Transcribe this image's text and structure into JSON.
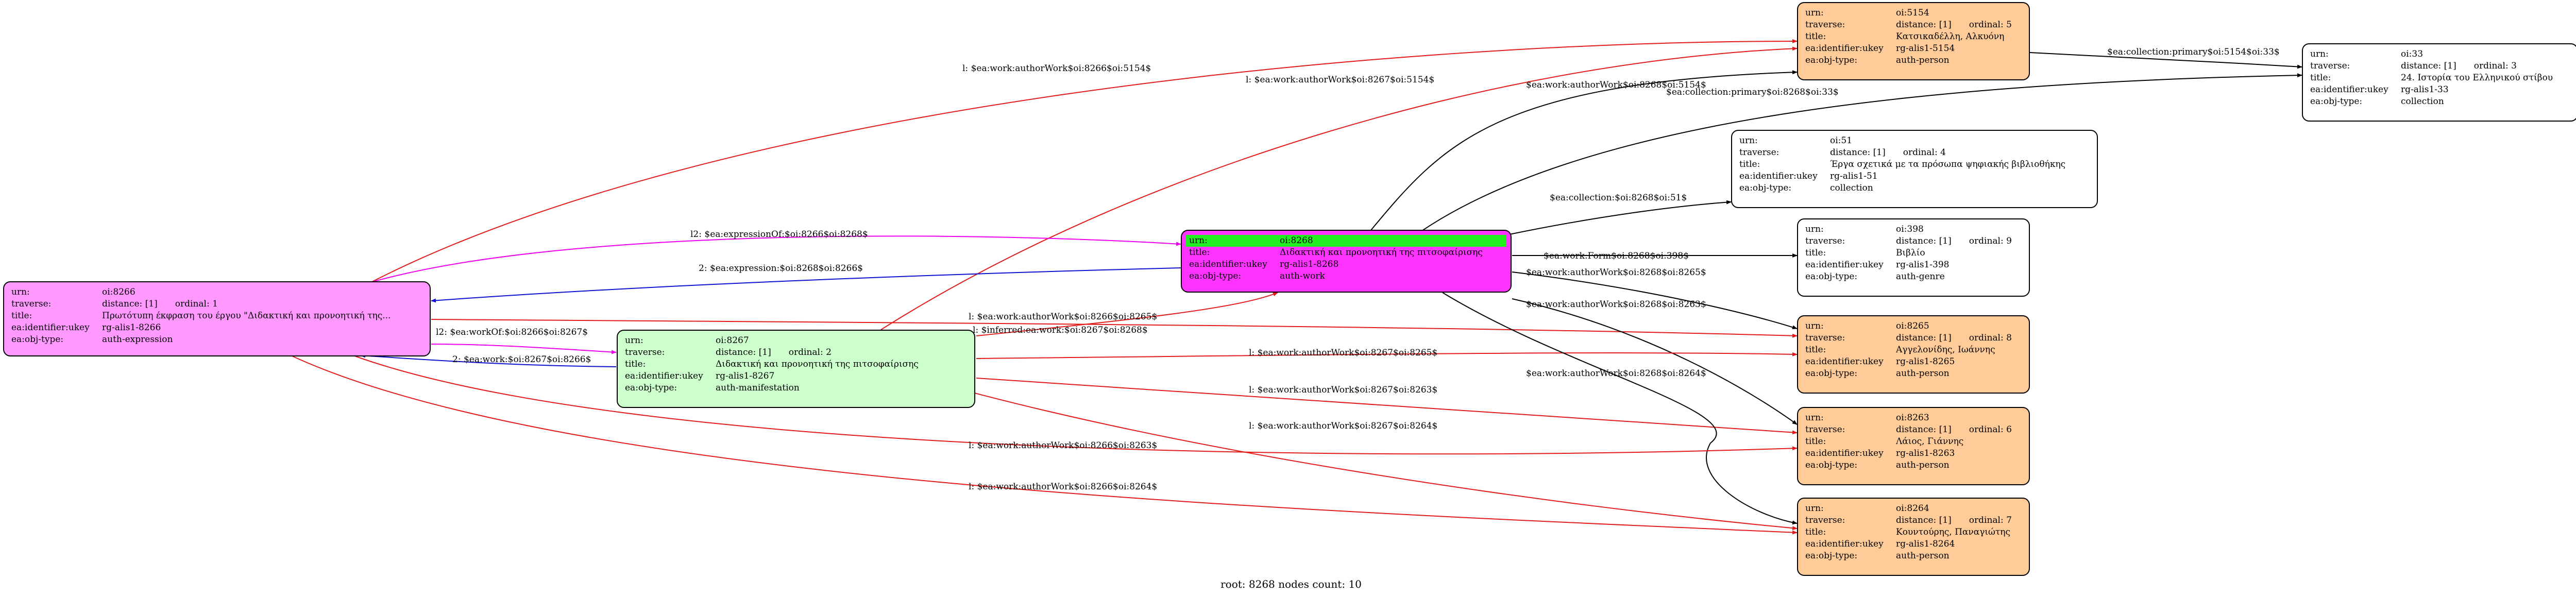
{
  "caption": "root: 8268 nodes count: 10",
  "colors": {
    "manifestation_fill": "#ccffcc",
    "expression_fill": "#ff99ff",
    "work_fill": "#ff33ff",
    "root_header": "#22ee22",
    "person_fill": "#ffcc99",
    "other_fill": "#ffffff",
    "edge_black": "#000000",
    "edge_red": "#e21a1a",
    "edge_blue": "#1010d0",
    "edge_magenta": "#ee00ee"
  },
  "nodes": {
    "n8266": {
      "urn_key": "urn:",
      "urn": "oi:8266",
      "traverse_key": "traverse:",
      "distance": "distance: [1]",
      "ordinal": "ordinal: 1",
      "title_key": "title:",
      "title": "Πρωτότυπη έκφραση του έργου \"Διδακτική και προνοητική της...",
      "ukey_key": "ea:identifier:ukey",
      "ukey": "rg-alis1-8266",
      "type_key": "ea:obj-type:",
      "type": "auth-expression"
    },
    "n8267": {
      "urn_key": "urn:",
      "urn": "oi:8267",
      "traverse_key": "traverse:",
      "distance": "distance: [1]",
      "ordinal": "ordinal: 2",
      "title_key": "title:",
      "title": "Διδακτική και προνοητική της πιτσοφαίρισης",
      "ukey_key": "ea:identifier:ukey",
      "ukey": "rg-alis1-8267",
      "type_key": "ea:obj-type:",
      "type": "auth-manifestation"
    },
    "n8268": {
      "urn_key": "urn:",
      "urn": "oi:8268",
      "title_key": "title:",
      "title": "Διδακτική και προνοητική της πιτσοφαίρισης",
      "ukey_key": "ea:identifier:ukey",
      "ukey": "rg-alis1-8268",
      "type_key": "ea:obj-type:",
      "type": "auth-work"
    },
    "n5154": {
      "urn_key": "urn:",
      "urn": "oi:5154",
      "traverse_key": "traverse:",
      "distance": "distance: [1]",
      "ordinal": "ordinal: 5",
      "title_key": "title:",
      "title": "Κατσικαδέλλη, Αλκυόνη",
      "ukey_key": "ea:identifier:ukey",
      "ukey": "rg-alis1-5154",
      "type_key": "ea:obj-type:",
      "type": "auth-person"
    },
    "n33": {
      "urn_key": "urn:",
      "urn": "oi:33",
      "traverse_key": "traverse:",
      "distance": "distance: [1]",
      "ordinal": "ordinal: 3",
      "title_key": "title:",
      "title": "24. Ιστορία του Ελληνικού στίβου",
      "ukey_key": "ea:identifier:ukey",
      "ukey": "rg-alis1-33",
      "type_key": "ea:obj-type:",
      "type": "collection"
    },
    "n51": {
      "urn_key": "urn:",
      "urn": "oi:51",
      "traverse_key": "traverse:",
      "distance": "distance: [1]",
      "ordinal": "ordinal: 4",
      "title_key": "title:",
      "title": "Έργα σχετικά με τα πρόσωπα ψηφιακής βιβλιοθήκης",
      "ukey_key": "ea:identifier:ukey",
      "ukey": "rg-alis1-51",
      "type_key": "ea:obj-type:",
      "type": "collection"
    },
    "n398": {
      "urn_key": "urn:",
      "urn": "oi:398",
      "traverse_key": "traverse:",
      "distance": "distance: [1]",
      "ordinal": "ordinal: 9",
      "title_key": "title:",
      "title": "Βιβλίο",
      "ukey_key": "ea:identifier:ukey",
      "ukey": "rg-alis1-398",
      "type_key": "ea:obj-type:",
      "type": "auth-genre"
    },
    "n8265": {
      "urn_key": "urn:",
      "urn": "oi:8265",
      "traverse_key": "traverse:",
      "distance": "distance: [1]",
      "ordinal": "ordinal: 8",
      "title_key": "title:",
      "title": "Αγγελονίδης, Ιωάννης",
      "ukey_key": "ea:identifier:ukey",
      "ukey": "rg-alis1-8265",
      "type_key": "ea:obj-type:",
      "type": "auth-person"
    },
    "n8263": {
      "urn_key": "urn:",
      "urn": "oi:8263",
      "traverse_key": "traverse:",
      "distance": "distance: [1]",
      "ordinal": "ordinal: 6",
      "title_key": "title:",
      "title": "Λάιος, Γιάννης",
      "ukey_key": "ea:identifier:ukey",
      "ukey": "rg-alis1-8263",
      "type_key": "ea:obj-type:",
      "type": "auth-person"
    },
    "n8264": {
      "urn_key": "urn:",
      "urn": "oi:8264",
      "traverse_key": "traverse:",
      "distance": "distance: [1]",
      "ordinal": "ordinal: 7",
      "title_key": "title:",
      "title": "Κουντούρης, Παναγιώτης",
      "ukey_key": "ea:identifier:ukey",
      "ukey": "rg-alis1-8264",
      "type_key": "ea:obj-type:",
      "type": "auth-person"
    }
  },
  "edges": {
    "e_8266_5154": "l: $ea:work:authorWork$oi:8266$oi:5154$",
    "e_8267_5154": "l: $ea:work:authorWork$oi:8267$oi:5154$",
    "e_8268_5154": "$ea:work:authorWork$oi:8268$oi:5154$",
    "e_5154_33": "$ea:collection:primary$oi:5154$oi:33$",
    "e_8268_33": "$ea:collection:primary$oi:8268$oi:33$",
    "e_8268_51": "$ea:collection:$oi:8268$oi:51$",
    "e_8266_8268": "l2: $ea:expressionOf:$oi:8266$oi:8268$",
    "e_8268_8266": "2: $ea:expression:$oi:8268$oi:8266$",
    "e_8268_398": "$ea:work:Form$oi:8268$oi:398$",
    "e_8268_8265": "$ea:work:authorWork$oi:8268$oi:8265$",
    "e_8266_8265": "l: $ea:work:authorWork$oi:8266$oi:8265$",
    "e_8267_8268": "l: $inferred:ea:work:$oi:8267$oi:8268$",
    "e_8266_8267": "l2: $ea:workOf:$oi:8266$oi:8267$",
    "e_8267_8266": "2: $ea:work:$oi:8267$oi:8266$",
    "e_8268_8263": "$ea:work:authorWork$oi:8268$oi:8263$",
    "e_8267_8265": "l: $ea:work:authorWork$oi:8267$oi:8265$",
    "e_8267_8263": "l: $ea:work:authorWork$oi:8267$oi:8263$",
    "e_8268_8264": "$ea:work:authorWork$oi:8268$oi:8264$",
    "e_8266_8263": "l: $ea:work:authorWork$oi:8266$oi:8263$",
    "e_8267_8264": "l: $ea:work:authorWork$oi:8267$oi:8264$",
    "e_8266_8264": "l: $ea:work:authorWork$oi:8266$oi:8264$"
  }
}
